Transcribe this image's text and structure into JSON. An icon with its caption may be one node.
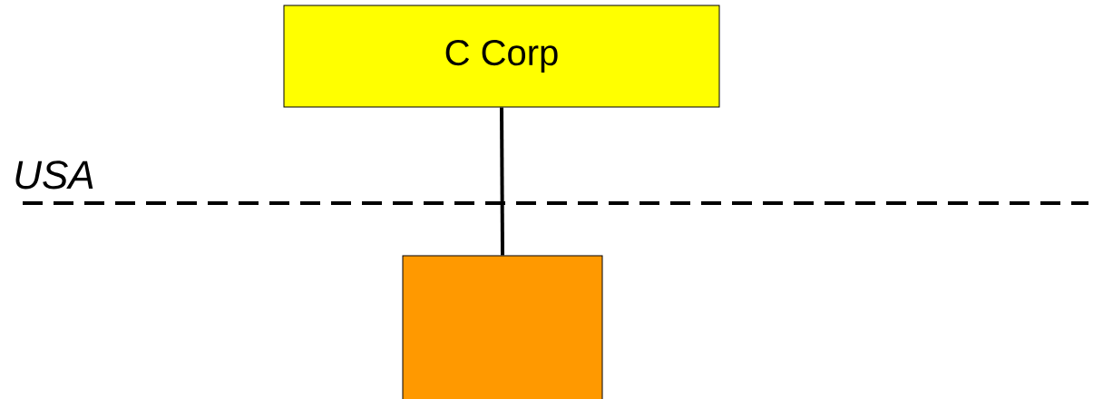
{
  "diagram": {
    "nodes": [
      {
        "text": [
          "C Corp"
        ]
      },
      {
        "text": [],
        "shape": "box"
      }
    ],
    "edges": [
      {
        "from": 0,
        "to": 1,
        "arrow": "none"
      }
    ],
    "labels": [
      "USA"
    ]
  }
}
